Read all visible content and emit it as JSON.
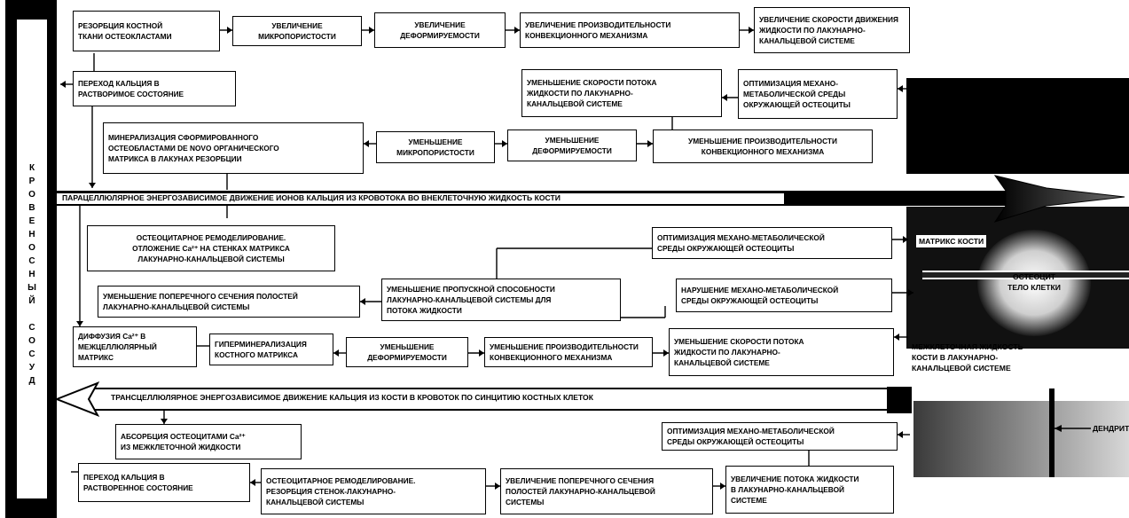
{
  "vessel_letters": [
    "К",
    "Р",
    "О",
    "В",
    "Е",
    "Н",
    "О",
    "С",
    "Н",
    "Ы",
    "Й",
    "",
    "С",
    "О",
    "С",
    "У",
    "Д"
  ],
  "bands": {
    "paracellular": "ПАРАЦЕЛЛЮЛЯРНОЕ ЭНЕРГОЗАВИСИМОЕ ДВИЖЕНИЕ ИОНОВ КАЛЬЦИЯ ИЗ КРОВОТОКА  ВО ВНЕКЛЕТОЧНУЮ ЖИДКОСТЬ КОСТИ",
    "transcellular": "ТРАНСЦЕЛЛЮЛЯРНОЕ ЭНЕРГОЗАВИСИМОЕ ДВИЖЕНИЕ КАЛЬЦИЯ ИЗ КОСТИ В КРОВОТОК ПО СИНЦИТИЮ КОСТНЫХ  КЛЕТОК"
  },
  "labels": {
    "matrix": "МАТРИКС КОСТИ",
    "osteocyte": [
      "ОСТЕОЦИТ",
      "ТЕЛО КЛЕТКИ"
    ],
    "interstitial": [
      "МЕЖКЛЕТОЧНАЯ ЖИДКОСТЬ",
      "КОСТИ В ЛАКУНАРНО-",
      "КАНАЛЬЦЕВОЙ СИСТЕМЕ"
    ],
    "dendrite": "ДЕНДРИТ"
  },
  "boxes": {
    "b1": [
      "РЕЗОРБЦИЯ КОСТНОЙ",
      "ТКАНИ ОСТЕОКЛАСТАМИ"
    ],
    "b2": [
      "УВЕЛИЧЕНИЕ",
      "МИКРОПОРИСТОСТИ"
    ],
    "b3": [
      "УВЕЛИЧЕНИЕ",
      "ДЕФОРМИРУЕМОСТИ"
    ],
    "b4": [
      "УВЕЛИЧЕНИЕ ПРОИЗВОДИТЕЛЬНОСТИ",
      "КОНВЕКЦИОННОГО МЕХАНИЗМА"
    ],
    "b5": [
      "УВЕЛИЧЕНИЕ СКОРОСТИ ДВИЖЕНИЯ",
      "ЖИДКОСТИ ПО ЛАКУНАРНО-",
      "КАНАЛЬЦЕВОЙ СИСТЕМЕ"
    ],
    "b6": [
      "ПЕРЕХОД КАЛЬЦИЯ В",
      "РАСТВОРИМОЕ СОСТОЯНИЕ"
    ],
    "b7": [
      "УМЕНЬШЕНИЕ СКОРОСТИ ПОТОКА",
      "ЖИДКОСТИ ПО ЛАКУНАРНО-",
      "КАНАЛЬЦЕВОЙ СИСТЕМЕ"
    ],
    "b8": [
      "ОПТИМИЗАЦИЯ МЕХАНО-",
      "МЕТАБОЛИЧЕСКОЙ СРЕДЫ",
      "ОКРУЖАЮЩЕЙ ОСТЕОЦИТЫ"
    ],
    "b9": [
      "МИНЕРАЛИЗАЦИЯ СФОРМИРОВАННОГО",
      "ОСТЕОБЛАСТАМИ DE NOVO ОРГАНИЧЕСКОГО",
      "МАТРИКСА В ЛАКУНАХ РЕЗОРБЦИИ"
    ],
    "b10": [
      "УМЕНЬШЕНИЕ",
      "МИКРОПОРИСТОСТИ"
    ],
    "b11": [
      "УМЕНЬШЕНИЕ",
      "ДЕФОРМИРУЕМОСТИ"
    ],
    "b12": [
      "УМЕНЬШЕНИЕ ПРОИЗВОДИТЕЛЬНОСТИ",
      "КОНВЕКЦИОННОГО МЕХАНИЗМА"
    ],
    "b13": [
      "ОСТЕОЦИТАРНОЕ РЕМОДЕЛИРОВАНИЕ.",
      "ОТЛОЖЕНИЕ Ca²⁺ НА СТЕНКАХ МАТРИКСА",
      "ЛАКУНАРНО-КАНАЛЬЦЕВОЙ СИСТЕМЫ"
    ],
    "b14": [
      "ОПТИМИЗАЦИЯ МЕХАНО-МЕТАБОЛИЧЕСКОЙ",
      "СРЕДЫ ОКРУЖАЮЩЕЙ ОСТЕОЦИТЫ"
    ],
    "b15": [
      "УМЕНЬШЕНИЕ ПОПЕРЕЧНОГО СЕЧЕНИЯ ПОЛОСТЕЙ",
      "ЛАКУНАРНО-КАНАЛЬЦЕВОЙ СИСТЕМЫ"
    ],
    "b16": [
      "УМЕНЬШЕНИЕ ПРОПУСКНОЙ СПОСОБНОСТИ",
      "ЛАКУНАРНО-КАНАЛЬЦЕВОЙ СИСТЕМЫ ДЛЯ",
      "ПОТОКА ЖИДКОСТИ"
    ],
    "b17": [
      "НАРУШЕНИЕ МЕХАНО-МЕТАБОЛИЧЕСКОЙ",
      "СРЕДЫ ОКРУЖАЮЩЕЙ ОСТЕОЦИТЫ"
    ],
    "b18": [
      "ДИФФУЗИЯ Ca²⁺ В",
      "МЕЖЦЕЛЛЮЛЯРНЫЙ",
      "МАТРИКС"
    ],
    "b19": [
      "ГИПЕРМИНЕРАЛИЗАЦИЯ",
      "КОСТНОГО МАТРИКСА"
    ],
    "b20": [
      "УМЕНЬШЕНИЕ",
      "ДЕФОРМИРУЕМОСТИ"
    ],
    "b21": [
      "УМЕНЬШЕНИЕ ПРОИЗВОДИТЕЛЬНОСТИ",
      "КОНВЕКЦИОННОГО МЕХАНИЗМА"
    ],
    "b22": [
      "УМЕНЬШЕНИЕ СКОРОСТИ ПОТОКА",
      "ЖИДКОСТИ ПО ЛАКУНАРНО-",
      "КАНАЛЬЦЕВОЙ СИСТЕМЕ"
    ],
    "b23": [
      "АБСОРБЦИЯ ОСТЕОЦИТАМИ Ca²⁺",
      "ИЗ МЕЖКЛЕТОЧНОЙ ЖИДКОСТИ"
    ],
    "b24": [
      "ОПТИМИЗАЦИЯ МЕХАНО-МЕТАБОЛИЧЕСКОЙ",
      "СРЕДЫ ОКРУЖАЮЩЕЙ ОСТЕОЦИТЫ"
    ],
    "b25": [
      "ПЕРЕХОД КАЛЬЦИЯ В",
      "РАСТВОРЕННОЕ СОСТОЯНИЕ"
    ],
    "b26": [
      "ОСТЕОЦИТАРНОЕ РЕМОДЕЛИРОВАНИЕ.",
      "РЕЗОРБЦИЯ СТЕНОК-ЛАКУНАРНО-",
      "КАНАЛЬЦЕВОЙ СИСТЕМЫ"
    ],
    "b27": [
      "УВЕЛИЧЕНИЕ ПОПЕРЕЧНОГО СЕЧЕНИЯ",
      "ПОЛОСТЕЙ ЛАКУНАРНО-КАНАЛЬЦЕВОЙ",
      "СИСТЕМЫ"
    ],
    "b28": [
      "УВЕЛИЧЕНИЕ ПОТОКА ЖИДКОСТИ",
      "В ЛАКУНАРНО-КАНАЛЬЦЕВОЙ",
      "СИСТЕМЕ"
    ]
  }
}
